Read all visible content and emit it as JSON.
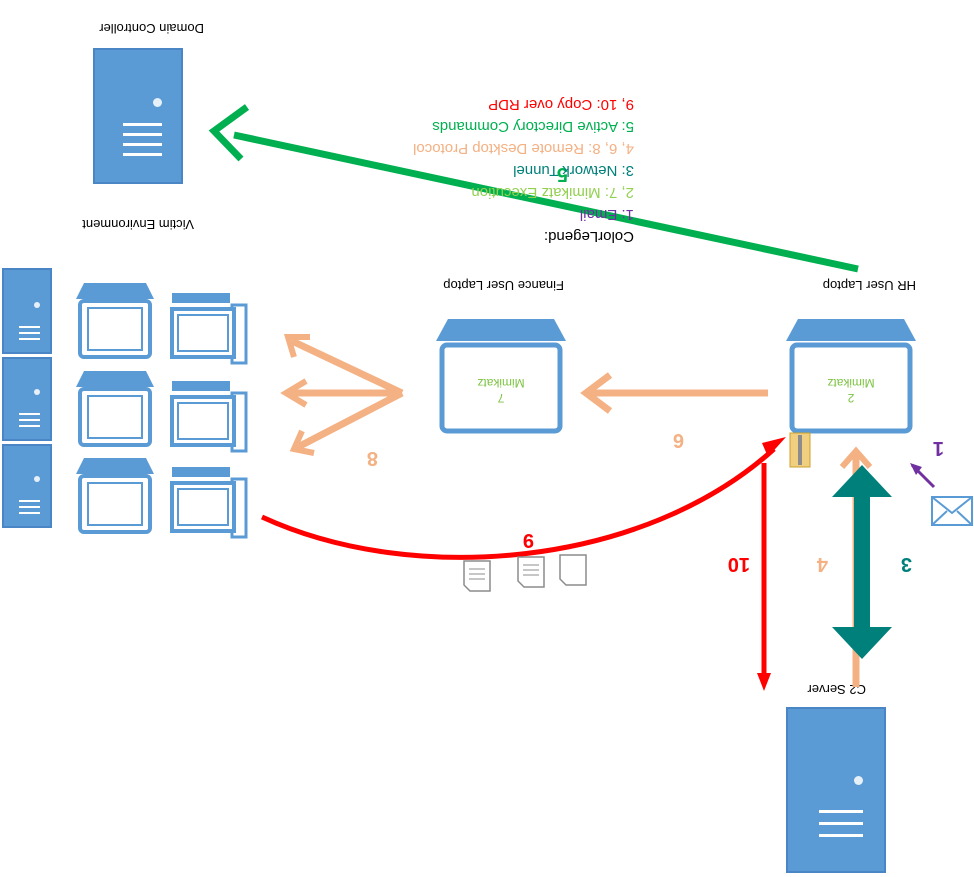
{
  "nodes": {
    "domain_controller": "Domain Controller",
    "victim_environment": "Victim Environment",
    "finance_laptop": "Finance User Laptop",
    "hr_laptop": "HR User Laptop",
    "c2_server": "C2 Server"
  },
  "laptop_text": {
    "hr_line1": "2",
    "hr_line2": "Mimikatz",
    "finance_line1": "7",
    "finance_line2": "Mimikatz"
  },
  "steps": {
    "s1": "1",
    "s3": "3",
    "s4": "4",
    "s5": "5",
    "s6": "6",
    "s8": "8",
    "s9": "9",
    "s10": "10"
  },
  "legend": {
    "title": "ColorLegend:",
    "items": [
      {
        "text": "1: Email",
        "color": "#7030a0"
      },
      {
        "text": "2, 7: Mimikatz Execution",
        "color": "#92d050"
      },
      {
        "text": "3: Network Tunnel",
        "color": "#00807a"
      },
      {
        "text": "4, 6, 8: Remote Desktop Protocol",
        "color": "#f4b183"
      },
      {
        "text": "5: Active Directory Commands",
        "color": "#00b050"
      },
      {
        "text": "9, 10: Copy over RDP",
        "color": "#ff0000"
      }
    ]
  },
  "colors": {
    "email": "#7030a0",
    "mimikatz": "#92d050",
    "tunnel": "#00807a",
    "rdp": "#f4b183",
    "ad": "#00b050",
    "copy": "#ff0000",
    "device_blue": "#5b9bd5"
  },
  "icons": [
    "server-icon",
    "laptop-icon",
    "desktop-icon",
    "envelope-icon",
    "zip-folder-icon",
    "document-icon"
  ]
}
